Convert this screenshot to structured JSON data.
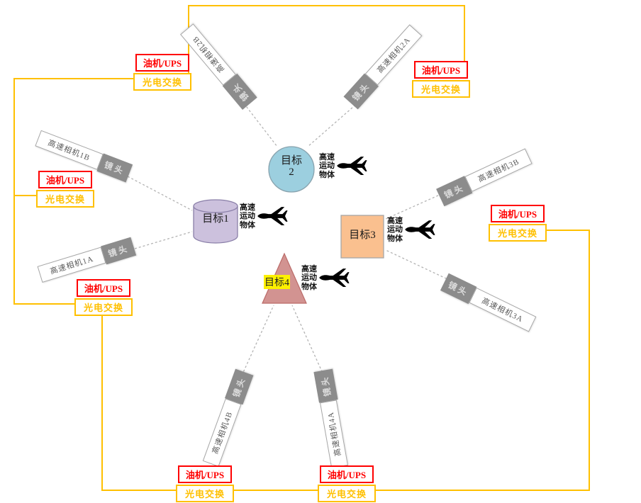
{
  "diagram_title": "multi-target high-speed camera topology",
  "colors": {
    "optical_yellow": "#ffc000",
    "ups_red": "#ff0000",
    "lens_gray": "#8c8c8c",
    "target1_fill": "#ccc1dd",
    "target2_fill": "#9ccfdf",
    "target3_fill": "#fac08f",
    "target4_fill": "#d29391"
  },
  "cameras": [
    {
      "id": "2B",
      "label": "高速相机2B",
      "lens_label": "镜头"
    },
    {
      "id": "2A",
      "label": "高速相机2A",
      "lens_label": "镜头"
    },
    {
      "id": "1B",
      "label": "高速相机1B",
      "lens_label": "镜头"
    },
    {
      "id": "1A",
      "label": "高速相机1A",
      "lens_label": "镜头"
    },
    {
      "id": "3B",
      "label": "高速相机3B",
      "lens_label": "镜头"
    },
    {
      "id": "3A",
      "label": "高速相机3A",
      "lens_label": "镜头"
    },
    {
      "id": "4B",
      "label": "高速相机4B",
      "lens_label": "镜头"
    },
    {
      "id": "4A",
      "label": "高速相机4A",
      "lens_label": "镜头"
    }
  ],
  "targets": [
    {
      "id": "1",
      "label": "目标1",
      "shape": "cylinder"
    },
    {
      "id": "2",
      "label_line1": "目标",
      "label_line2": "2",
      "shape": "circle"
    },
    {
      "id": "3",
      "label": "目标3",
      "shape": "square"
    },
    {
      "id": "4",
      "label": "目标4",
      "shape": "triangle"
    }
  ],
  "moving_object": {
    "line1": "高速",
    "line2": "运动",
    "line3": "物体",
    "icon": "airplane-icon"
  },
  "power_labels": {
    "ups": "油机/UPS",
    "optical": "光电交换"
  }
}
